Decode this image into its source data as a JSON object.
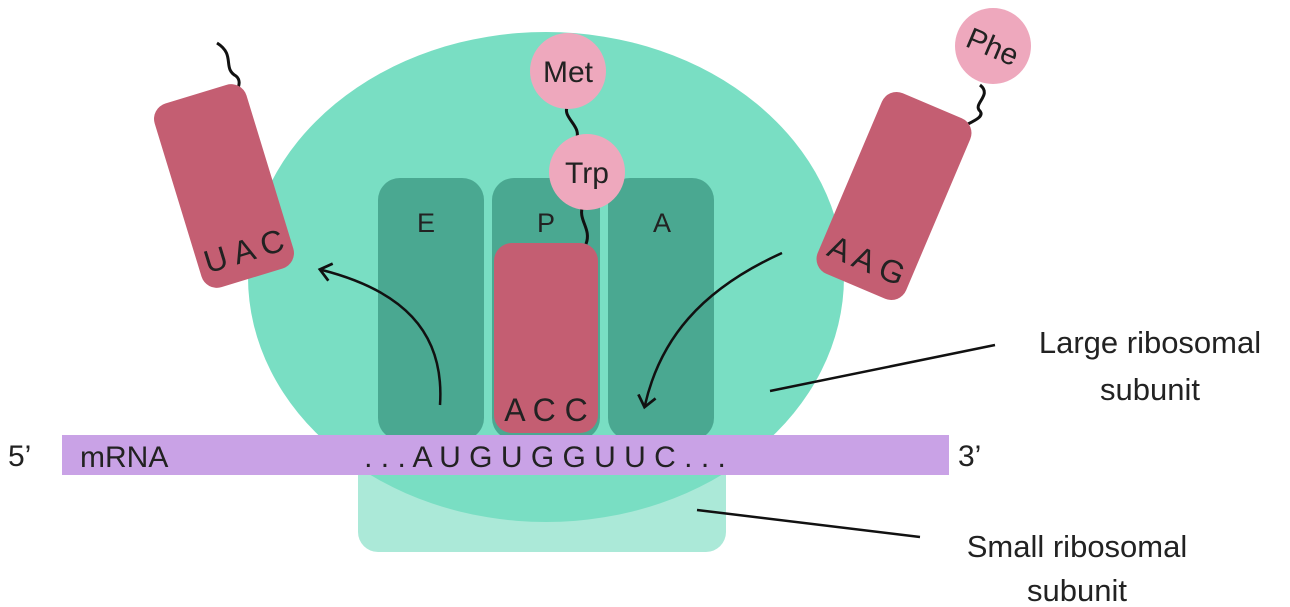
{
  "colors": {
    "large_subunit": "#79dec3",
    "site_box": "#4aa891",
    "small_subunit": "#abe9d8",
    "trna": "#c45e72",
    "amino_acid": "#eea8bd",
    "mrna": "#c9a2e6",
    "line": "#111111"
  },
  "sites": {
    "e": "E",
    "p": "P",
    "a": "A"
  },
  "amino_acids": {
    "met": "Met",
    "trp": "Trp",
    "phe": "Phe"
  },
  "anticodons": {
    "left": "U A C",
    "center": "A C C",
    "right": "A A G"
  },
  "mrna": {
    "five_prime": "5’",
    "label": "mRNA",
    "sequence": ". . . A U G U G G U U C . . .",
    "three_prime": "3’"
  },
  "callouts": {
    "large_line1": "Large ribosomal",
    "large_line2": "subunit",
    "small_line1": "Small ribosomal",
    "small_line2": "subunit"
  },
  "icons": {
    "arrow_exit": "curved-arrow-icon",
    "arrow_entry": "curved-arrow-icon"
  }
}
